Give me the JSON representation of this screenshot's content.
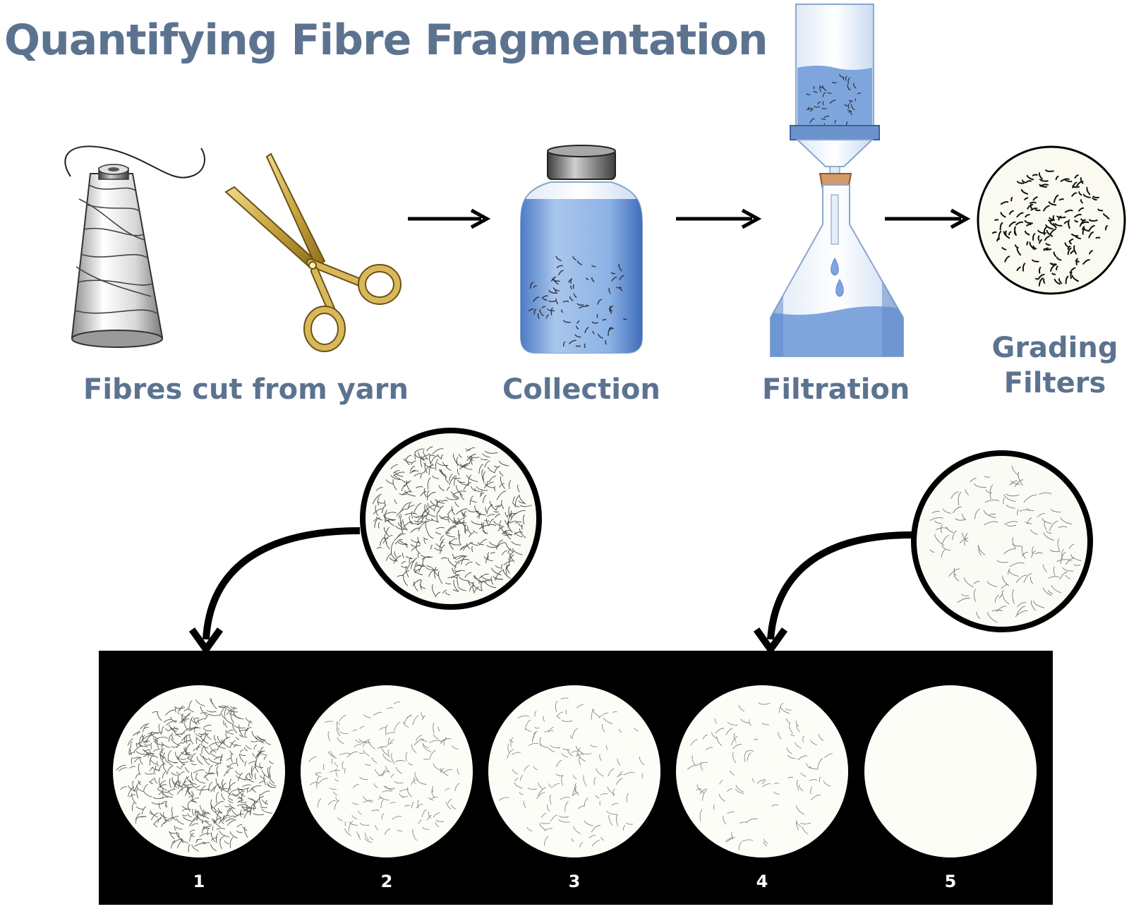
{
  "title": "Quantifying Fibre Fragmentation",
  "steps": [
    {
      "id": "cut",
      "label": "Fibres cut from yarn",
      "icon": "yarn-spool-and-scissors-icon"
    },
    {
      "id": "collection",
      "label": "Collection",
      "icon": "water-bottle-icon"
    },
    {
      "id": "filtration",
      "label": "Filtration",
      "icon": "filtration-flask-icon"
    },
    {
      "id": "grading",
      "label_line1": "Grading",
      "label_line2": "Filters",
      "icon": "filter-disc-icon"
    }
  ],
  "grades": [
    "1",
    "2",
    "3",
    "4",
    "5"
  ],
  "colors": {
    "title_text": "#5c7390",
    "panel_background": "#000000",
    "filter_paper": "#fdfdf8",
    "water": "#6f9ad6",
    "scissors": "#c9a440",
    "cork": "#d59a64"
  }
}
